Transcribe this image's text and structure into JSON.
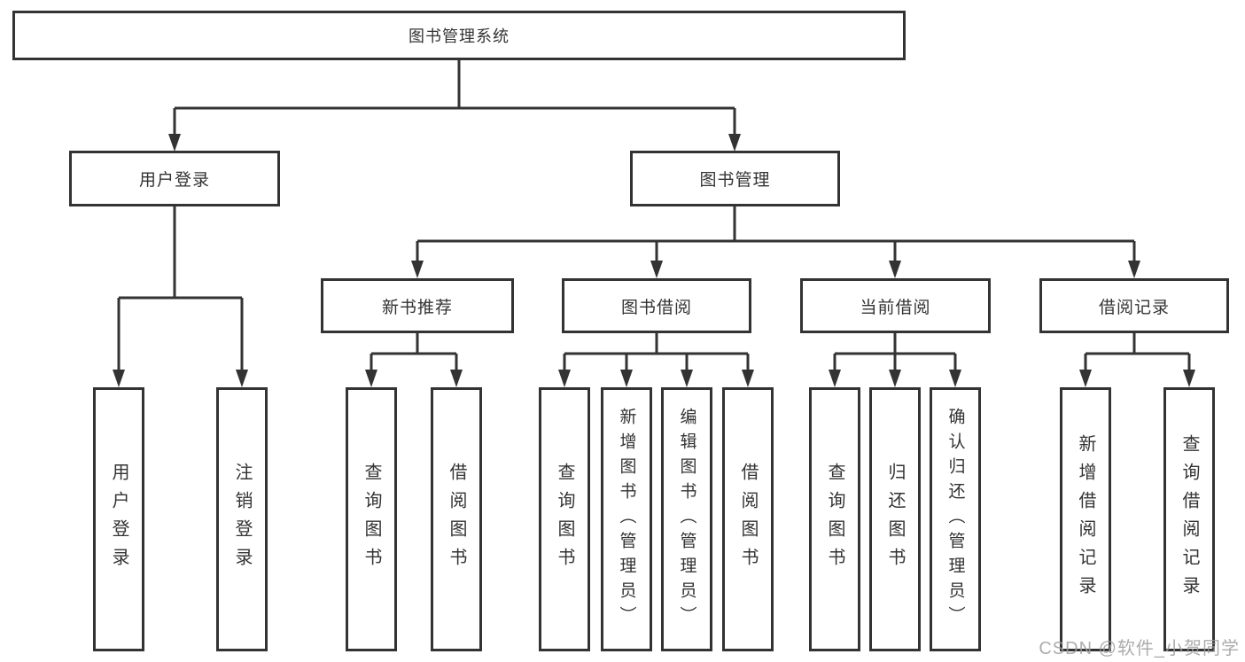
{
  "tree": {
    "root": "图书管理系统",
    "branches": [
      {
        "label": "用户登录",
        "children": [
          "用户登录",
          "注销登录"
        ]
      },
      {
        "label": "图书管理",
        "groups": [
          {
            "label": "新书推荐",
            "children": [
              "查询图书",
              "借阅图书"
            ]
          },
          {
            "label": "图书借阅",
            "children": [
              "查询图书",
              "新增图书（管理员）",
              "编辑图书（管理员）",
              "借阅图书"
            ]
          },
          {
            "label": "当前借阅",
            "children": [
              "查询图书",
              "归还图书",
              "确认归还（管理员）"
            ]
          },
          {
            "label": "借阅记录",
            "children": [
              "新增借阅记录",
              "查询借阅记录"
            ]
          }
        ]
      }
    ]
  },
  "watermark": {
    "text": "CSDN @软件_小贺同学"
  },
  "colors": {
    "line": "#333333",
    "text": "#333333",
    "watermark": "#9e9e9e"
  }
}
